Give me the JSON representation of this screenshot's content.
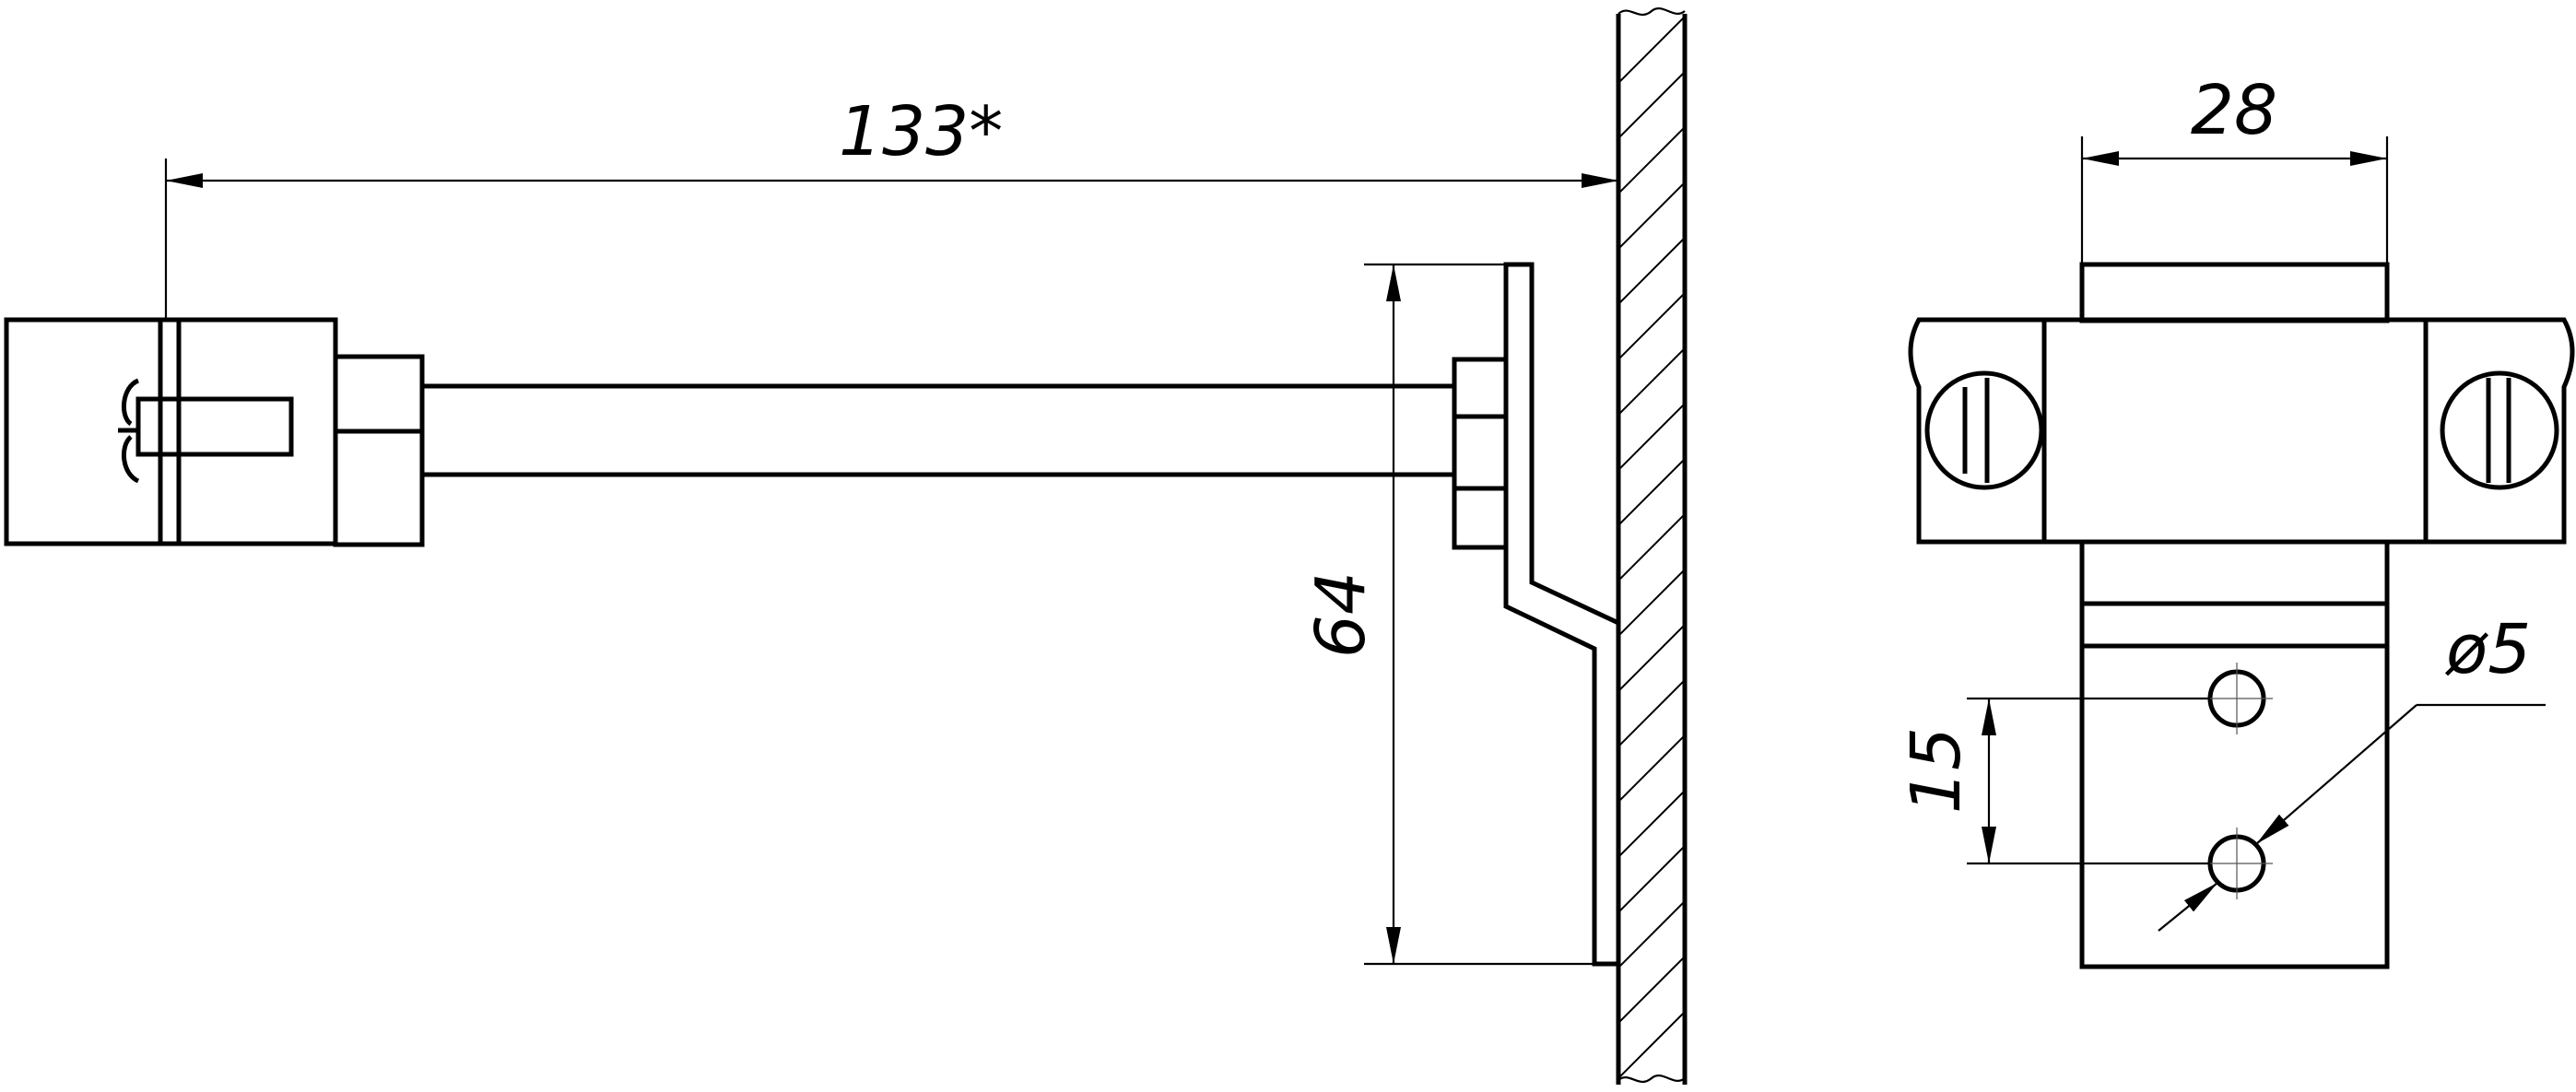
{
  "dimensions": {
    "reach": "133*",
    "height": "64",
    "width": "28",
    "hole_spacing": "15",
    "hole_diameter": "ø5"
  },
  "colors": {
    "line": "#000000",
    "background": "#ffffff"
  }
}
